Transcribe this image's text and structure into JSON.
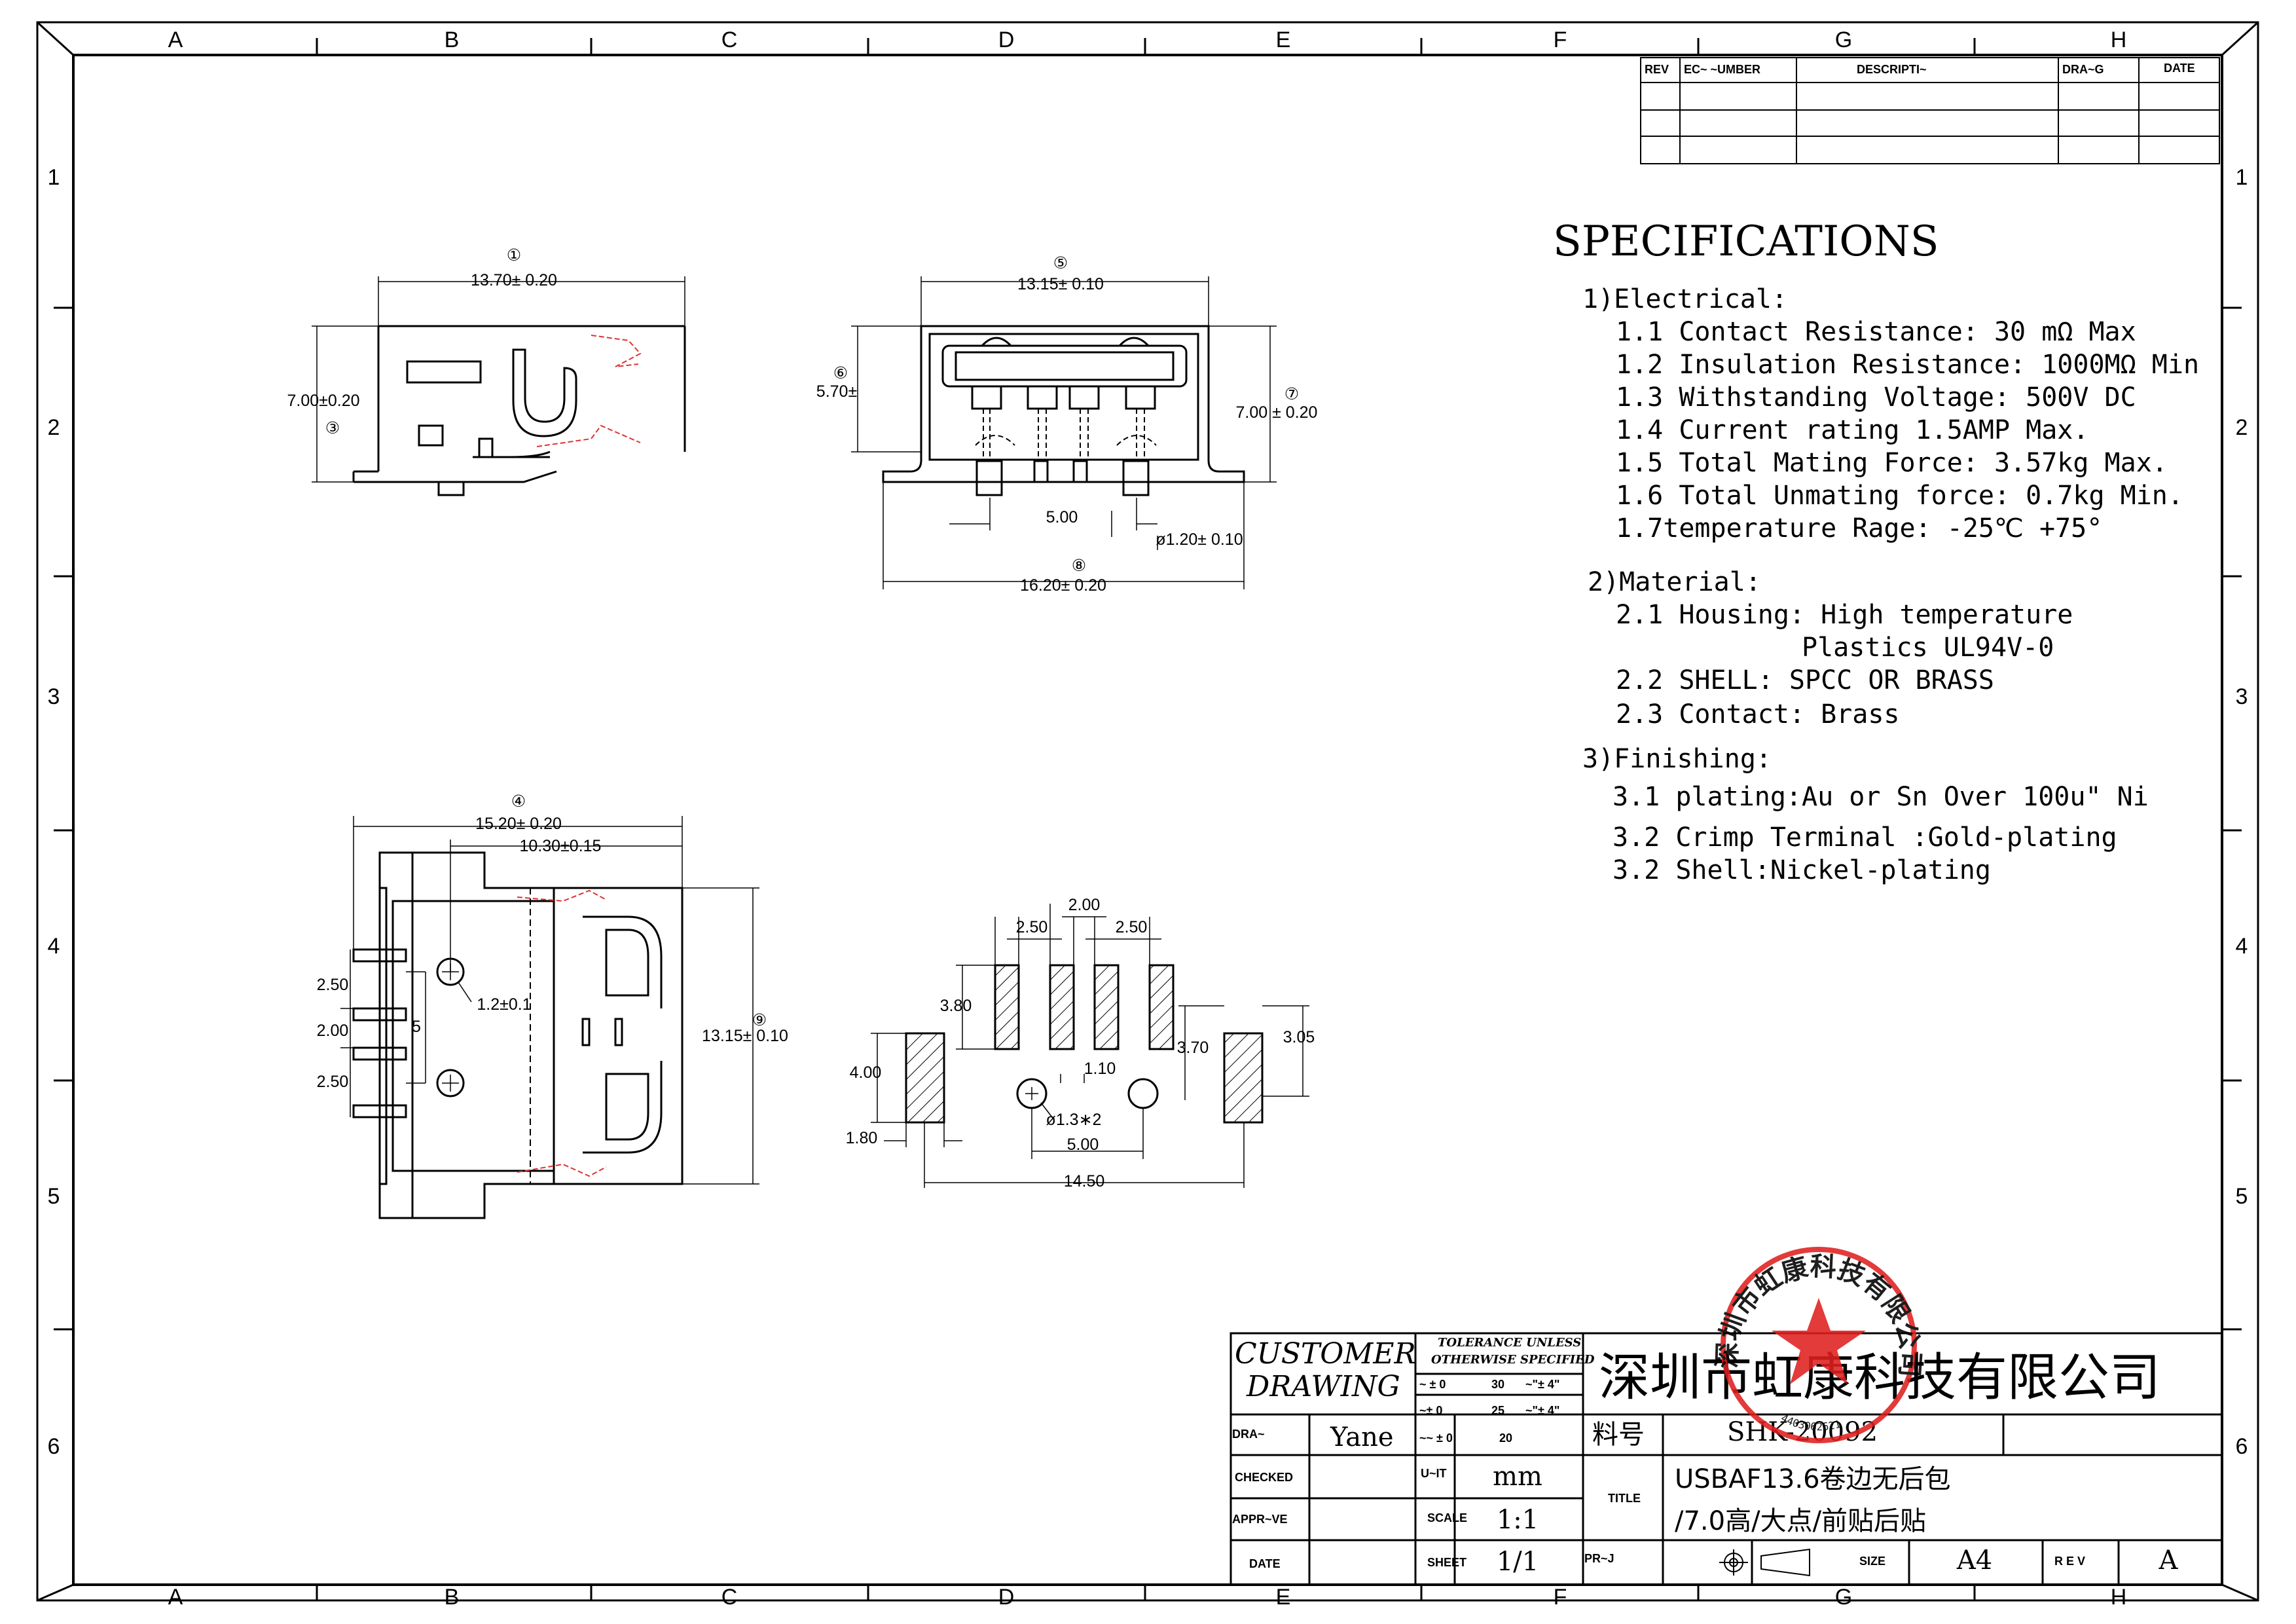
{
  "zones": {
    "columns": [
      "A",
      "B",
      "C",
      "D",
      "E",
      "F",
      "G",
      "H"
    ],
    "rows": [
      "1",
      "2",
      "3",
      "4",
      "5",
      "6"
    ]
  },
  "revision_table": {
    "headers": [
      "REV",
      "EC~ ~UMBER",
      "DESCRIPTI~",
      "DRA~G",
      "DATE"
    ]
  },
  "specs": {
    "title": "SPECIFICATIONS",
    "lines": [
      "1)Electrical:",
      "1.1 Contact Resistance: 30 mΩ Max",
      "1.2 Insulation Resistance: 1000MΩ Min",
      "1.3 Withstanding Voltage: 500V DC",
      "1.4 Current rating 1.5AMP Max.",
      "1.5 Total Mating Force: 3.57kg Max.",
      "1.6 Total Unmating force: 0.7kg Min.",
      "1.7temperature Rage: -25℃  +75°",
      "2)Material:",
      "2.1 Housing: High temperature",
      "Plastics UL94V-0",
      "2.2 SHELL:   SPCC OR BRASS",
      "2.3 Contact: Brass",
      "3)Finishing:",
      "3.1 plating:Au or Sn Over 100u\" Ni",
      "3.2 Crimp Terminal :Gold-plating",
      "3.2 Shell:Nickel-plating"
    ]
  },
  "dims": {
    "side": {
      "d1": "①",
      "w": "13.70± 0.20",
      "h": "7.00±0.20",
      "d3": "③"
    },
    "front": {
      "d5": "⑤",
      "w": "13.15± 0.10",
      "d6": "⑥",
      "h1": "5.70±",
      "d7": "⑦",
      "h2": "7.00 ± 0.20",
      "pitch": "5.00",
      "pin": "ø1.20± 0.10",
      "d8": "⑧",
      "total": "16.20± 0.20"
    },
    "top": {
      "d4": "④",
      "w1": "15.20± 0.20",
      "w2": "10.30±0.15",
      "p1": "2.50",
      "p2": "2.00",
      "p3": "2.50",
      "five": "5",
      "hole": "1.2±0.1",
      "d9": "⑨",
      "h": "13.15± 0.10"
    },
    "pcb": {
      "a": "2.00",
      "b": "2.50",
      "c": "2.50",
      "h1": "3.80",
      "h2": "4.00",
      "h3": "3.70",
      "h4": "3.05",
      "g1": "1.10",
      "g2": "1.80",
      "hole": "ø1.3∗2",
      "pitch": "5.00",
      "total": "14.50"
    }
  },
  "title_block": {
    "customer": "CUSTOMER",
    "drawing": "DRAWING",
    "tol1": "TOLERANCE UNLESS",
    "tol2": "OTHERWISE SPECIFIED",
    "tol_rows": [
      [
        "~ ± 0",
        "30",
        "~\"± 4\""
      ],
      [
        "~± 0",
        "25",
        "~\"± 4\""
      ],
      [
        "~~ ± 0",
        "20",
        ""
      ]
    ],
    "company": "深圳市虹康科技有限公司",
    "drawn_label": "DRA~",
    "drawn_value": "Yane",
    "part_label": "料号",
    "part_value": "SHK-20092",
    "checked_label": "CHECKED",
    "unit_label": "U~IT",
    "unit_value": "mm",
    "approved_label": "APPR~VE",
    "scale_label": "SCALE",
    "scale_value": "1:1",
    "title_label": "TITLE",
    "title_value_1": "USBAF13.6卷边无后包",
    "title_value_2": "/7.0高/大点/前贴后贴",
    "date_label": "DATE",
    "sheet_label": "SHEET",
    "sheet_value": "1/1",
    "proj_label": "PR~J",
    "size_label": "SIZE",
    "size_value": "A4",
    "rev_label": "R E V",
    "rev_value": "A",
    "stamp_text": "深圳市虹康科技有限公司",
    "stamp_number": "4403062621"
  }
}
